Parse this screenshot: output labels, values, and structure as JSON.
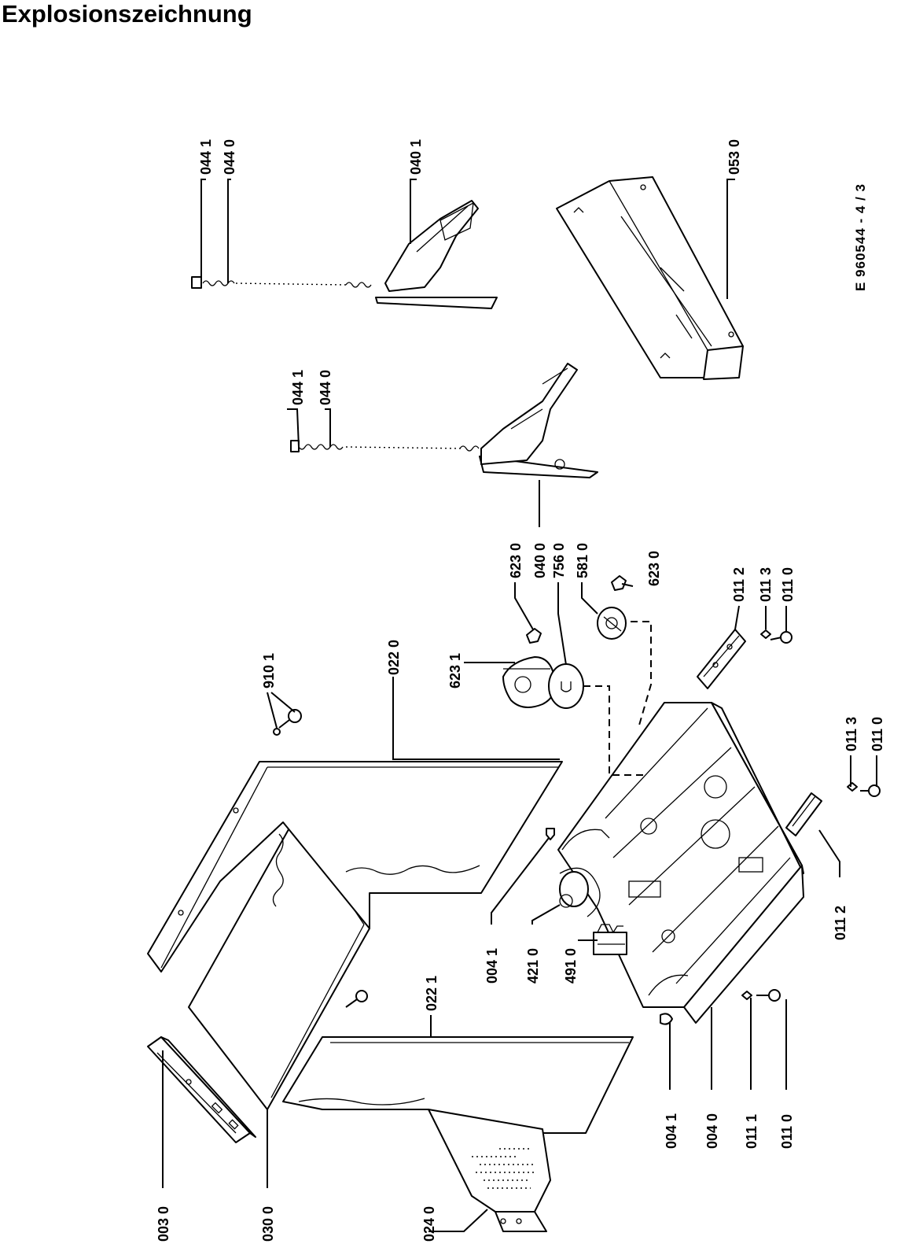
{
  "title": "Explosionszeichnung",
  "reference_code": "E 960544 - 4 / 3",
  "labels": {
    "l0030": "003 0",
    "l0300": "030 0",
    "l0240": "024 0",
    "l0041_bottom": "004 1",
    "l0040": "004 0",
    "l0111": "011 1",
    "l0110_bottom": "011 0",
    "l0221": "022 1",
    "l0041_mid": "004 1",
    "l4210": "421 0",
    "l4910": "491 0",
    "l0112_bottom": "011 2",
    "l0220": "022 0",
    "l9101": "910 1",
    "l6231": "623 1",
    "l0113_mid": "011 3",
    "l0110_mid": "011 0",
    "l0112_top": "011 2",
    "l0113_top": "011 3",
    "l0110_top": "011 0",
    "l6230_a": "623 0",
    "l0400": "040 0",
    "l7560": "756 0",
    "l5810": "581 0",
    "l6230_b": "623 0",
    "l0441_mid": "044 1",
    "l0440_mid": "044 0",
    "l0441_top": "044 1",
    "l0440_top": "044 0",
    "l0401": "040 1",
    "l0530": "053 0"
  }
}
